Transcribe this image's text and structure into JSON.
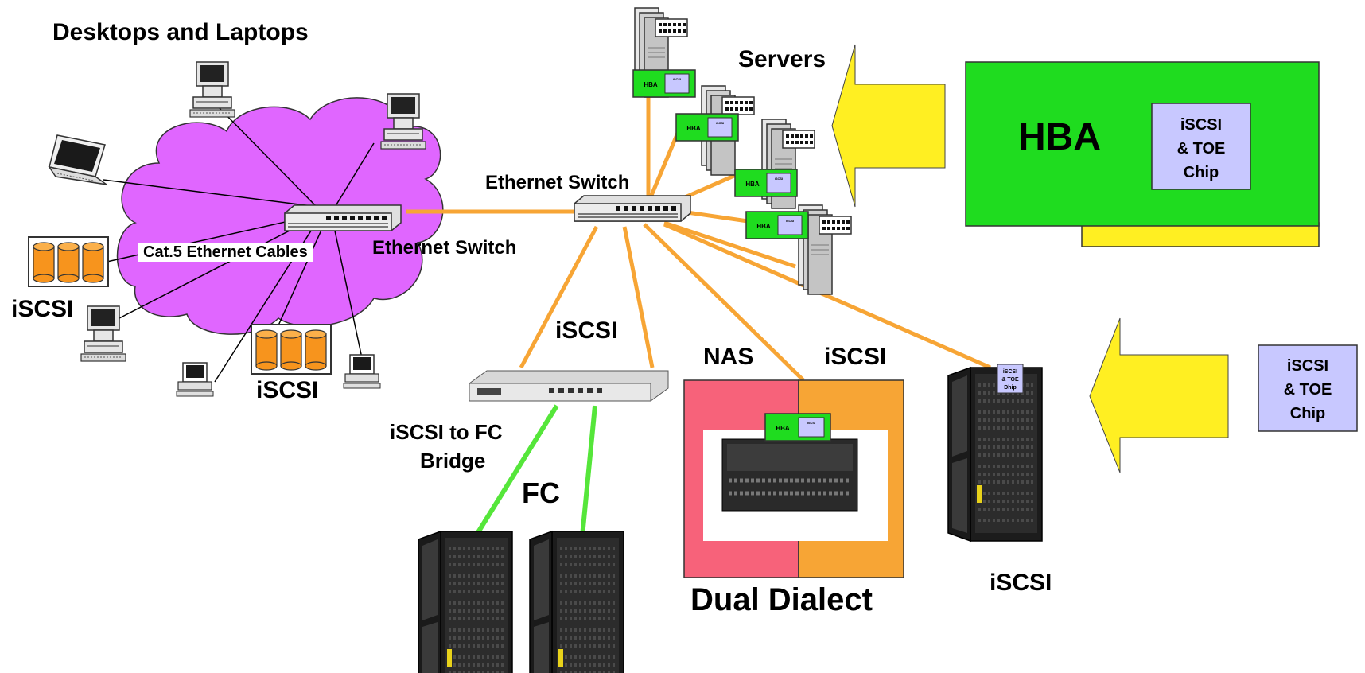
{
  "labels": {
    "desktops_laptops": "Desktops and Laptops",
    "servers": "Servers",
    "ethernet_switch_top": "Ethernet Switch",
    "ethernet_switch_cloud": "Ethernet Switch",
    "cat5_cables": "Cat.5 Ethernet Cables",
    "iscsi_left": "iSCSI",
    "iscsi_cloud": "iSCSI",
    "iscsi_link": "iSCSI",
    "nas": "NAS",
    "iscsi_dual": "iSCSI",
    "iscsi_storage": "iSCSI",
    "bridge_line1": "iSCSI to FC",
    "bridge_line2": "Bridge",
    "fc": "FC",
    "dual_dialect": "Dual Dialect"
  },
  "hba_big": {
    "title": "HBA",
    "chip_line1": "iSCSI",
    "chip_line2": "& TOE",
    "chip_line3": "Chip"
  },
  "chip_callout": {
    "line1": "iSCSI",
    "line2": "& TOE",
    "line3": "Chip"
  },
  "server_hba": {
    "label": "HBA",
    "chip_line1": "iSCSI",
    "chip_line2": "& TOE",
    "chip_line3": "Chip"
  },
  "storage_chip": {
    "line1": "iSCSI",
    "line2": "& TOE",
    "line3": "Dhip"
  },
  "colors": {
    "cloud": "#e066ff",
    "cable_orange": "#f7a535",
    "fc_green": "#55e63a",
    "hba_green": "#1fdc1f",
    "chip_lavender": "#c8c8ff",
    "arrow_yellow": "#ffef22",
    "nas_red": "#f7627a",
    "iscsi_orange": "#f7a535",
    "disk_orange": "#f7941d"
  }
}
